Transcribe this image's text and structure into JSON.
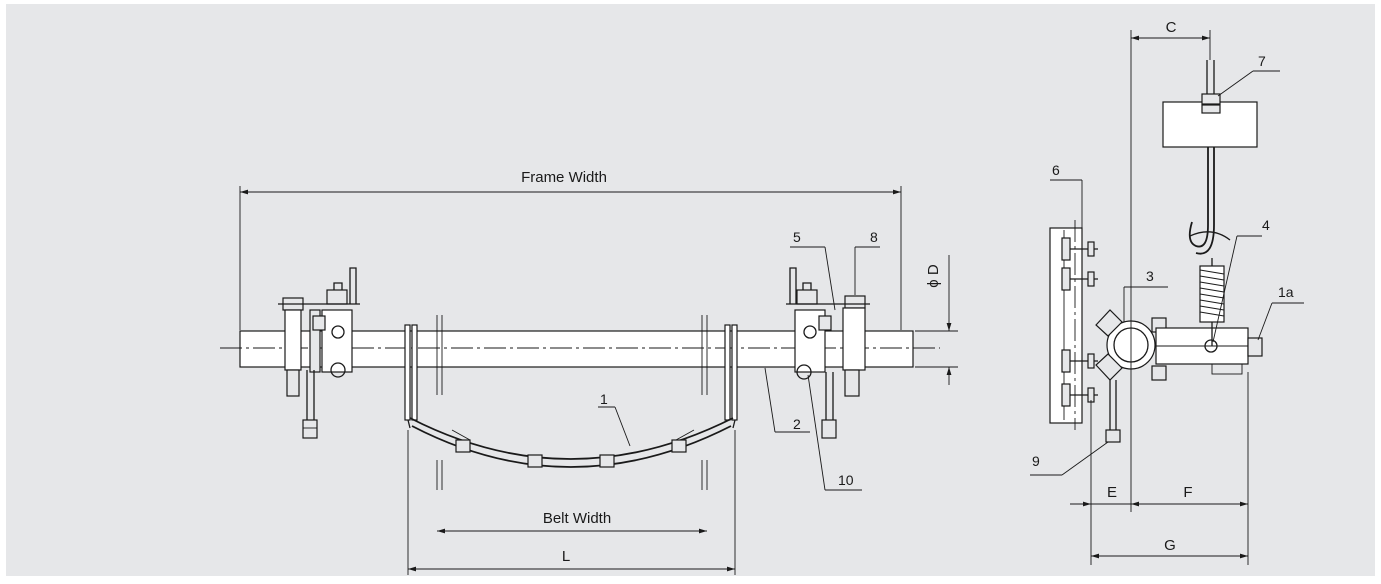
{
  "colors": {
    "background": "#e6e7e9",
    "line": "#1a1a1a"
  },
  "dimensions": {
    "frame_width": "Frame Width",
    "belt_width": "Belt Width",
    "l": "L",
    "c": "C",
    "d": "ϕ D",
    "e": "E",
    "f": "F",
    "g": "G"
  },
  "callouts": {
    "n1": "1",
    "n1a": "1a",
    "n2": "2",
    "n3": "3",
    "n4": "4",
    "n5": "5",
    "n6": "6",
    "n7": "7",
    "n8": "8",
    "n9": "9",
    "n10": "10"
  }
}
